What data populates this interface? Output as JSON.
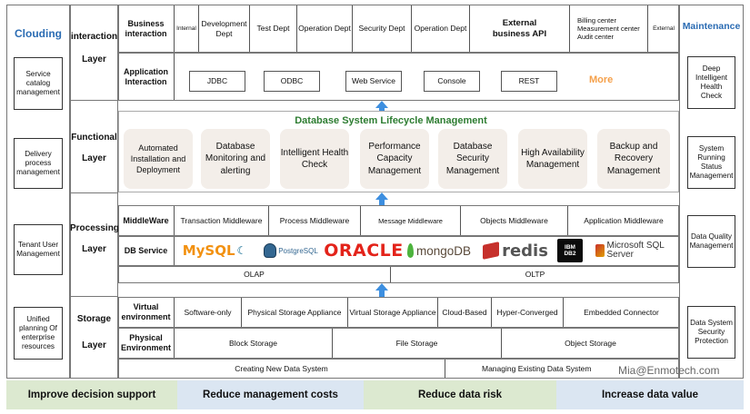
{
  "left": {
    "title": "Clouding",
    "items": [
      "Service catalog management",
      "Delivery process management",
      "Tenant User Management",
      "Unified planning Of enterprise resources"
    ]
  },
  "right": {
    "title": "Maintenance",
    "items": [
      "Deep Intelligent Health Check",
      "System Running Status Management",
      "Data Quality Management",
      "Data System Security Protection"
    ]
  },
  "layers": {
    "interaction": [
      "interaction",
      "Layer"
    ],
    "functional": [
      "Functional",
      "Layer"
    ],
    "processing": [
      "Processing",
      "Layer"
    ],
    "storage": [
      "Storage",
      "Layer"
    ]
  },
  "interaction": {
    "business_label": "Business interaction",
    "business_cells": [
      "Internal",
      "Development Dept",
      "Test Dept",
      "Operation Dept",
      "Security Dept",
      "Operation Dept",
      "External business API",
      "Billing center\nMeasurement center\nAudit center",
      "External"
    ],
    "app_label": "Application Interaction",
    "app_items": [
      "JDBC",
      "ODBC",
      "Web Service",
      "Console",
      "REST"
    ],
    "more": "More"
  },
  "functional": {
    "title": "Database System Lifecycle Management",
    "tiles": [
      "Automated Installation and Deployment",
      "Database Monitoring and alerting",
      "Intelligent Health Check",
      "Performance Capacity Management",
      "Database Security Management",
      "High Availability Management",
      "Backup and Recovery Management"
    ]
  },
  "processing": {
    "middleware_label": "MiddleWare",
    "middleware_items": [
      "Transaction Middleware",
      "Process Middleware",
      "Message Middleware",
      "Objects Middleware",
      "Application Middleware"
    ],
    "db_label": "DB Service",
    "db_logos": [
      "MySQL",
      "PostgreSQL",
      "ORACLE",
      "mongoDB",
      "redis",
      "IBM DB2",
      "Microsoft SQL Server"
    ],
    "olap": "OLAP",
    "oltp": "OLTP"
  },
  "storage": {
    "virtual_label": "Virtual environment",
    "virtual_items": [
      "Software-only",
      "Physical Storage Appliance",
      "Virtual Storage Appliance",
      "Cloud-Based",
      "Hyper-Converged",
      "Embedded Connector"
    ],
    "physical_label": "Physical Environment",
    "physical_items": [
      "Block Storage",
      "File Storage",
      "Object Storage"
    ],
    "creating": "Creating New Data System",
    "managing": "Managing Existing Data System"
  },
  "watermark": "Mia@Enmotech.com",
  "bottom": [
    {
      "label": "Improve decision support",
      "color": "#dce9d0"
    },
    {
      "label": "Reduce management costs",
      "color": "#dbe6f2"
    },
    {
      "label": "Reduce data risk",
      "color": "#dce9d0"
    },
    {
      "label": "Increase data value",
      "color": "#dbe6f2"
    }
  ],
  "colors": {
    "accent_blue": "#2b6cb3",
    "title_green": "#2e7d32",
    "arrow": "#3d8fe0",
    "more": "#f5a04a"
  }
}
